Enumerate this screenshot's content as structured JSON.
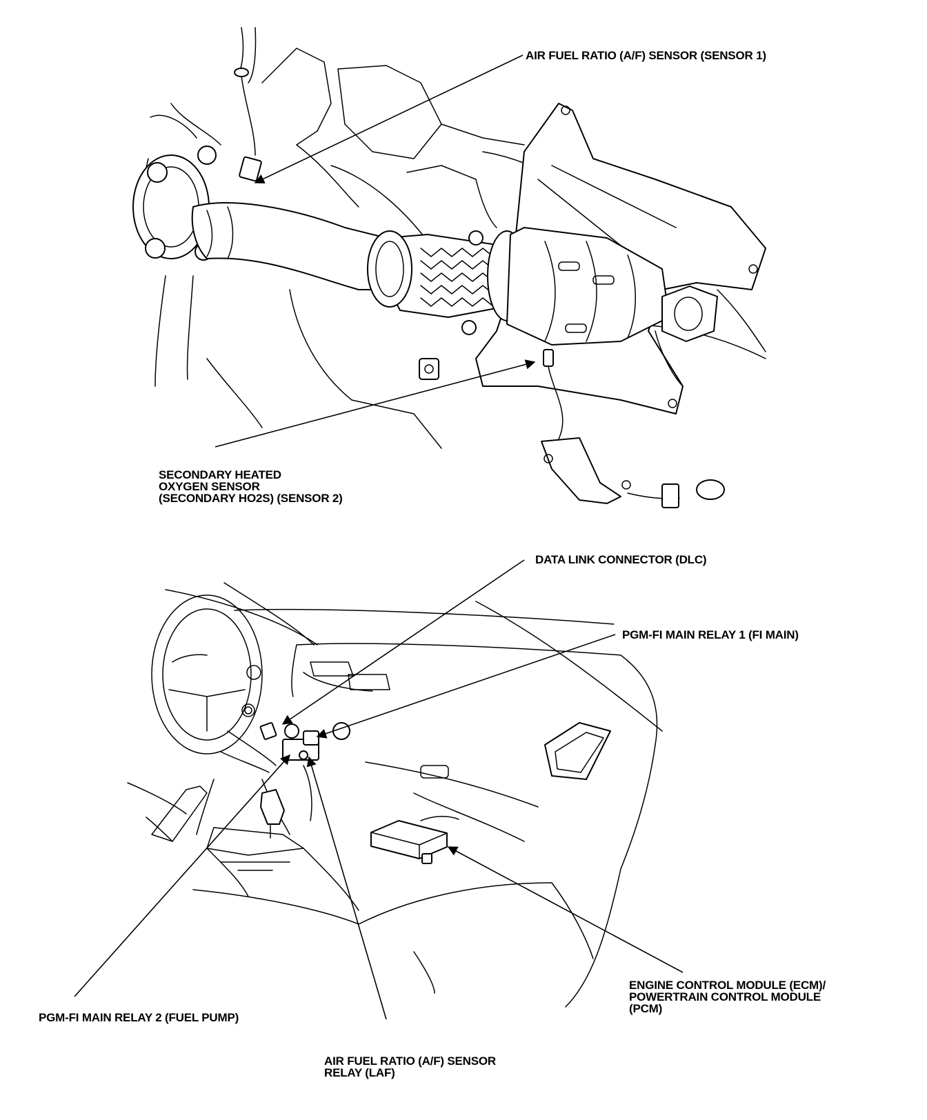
{
  "top_view": {
    "af_sensor_label": "AIR FUEL RATIO (A/F) SENSOR (SENSOR 1)",
    "secondary_ho2s_label": [
      "SECONDARY HEATED",
      "OXYGEN SENSOR",
      "(SECONDARY HO2S) (SENSOR 2)"
    ]
  },
  "bottom_view": {
    "dlc_label": "DATA LINK CONNECTOR (DLC)",
    "fi_main_relay1_label": "PGM-FI MAIN RELAY 1 (FI MAIN)",
    "ecm_pcm_label": [
      "ENGINE CONTROL MODULE (ECM)/",
      "POWERTRAIN CONTROL MODULE",
      "(PCM)"
    ],
    "fi_main_relay2_label": "PGM-FI MAIN RELAY 2 (FUEL PUMP)",
    "af_relay_label": [
      "AIR FUEL RATIO (A/F) SENSOR",
      "RELAY (LAF)"
    ]
  }
}
